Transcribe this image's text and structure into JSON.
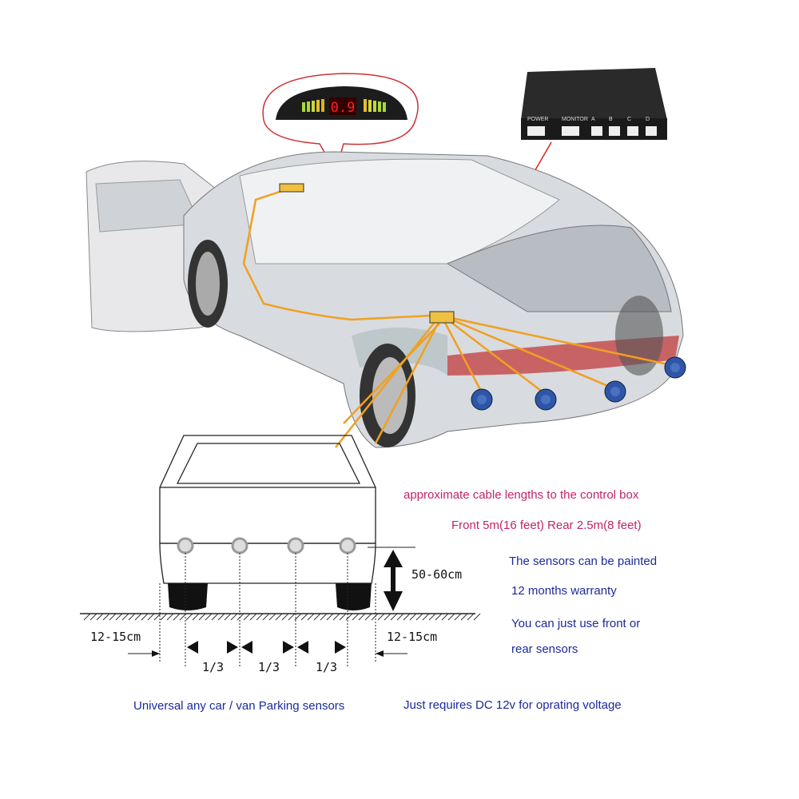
{
  "display": {
    "reading": "0.9",
    "colors": {
      "bars_left": "#a8d83a",
      "bars_right": "#d8d838",
      "digits": "#ff2020"
    }
  },
  "control_box": {
    "ports": [
      "POWER",
      "MONITOR",
      "A",
      "B",
      "C",
      "D"
    ]
  },
  "info": {
    "cable_title": "approximate cable lengths to the control box",
    "cable_lengths": "Front 5m(16 feet)   Rear 2.5m(8 feet)",
    "painted": "The sensors can be painted",
    "warranty": "12 months warranty",
    "front_rear_line1": "You can just use front or",
    "front_rear_line2": "rear sensors",
    "universal": "Universal any car / van Parking sensors",
    "voltage": "Just requires DC 12v for oprating voltage"
  },
  "diagram": {
    "height": "50-60cm",
    "edge_left": "12-15cm",
    "edge_right": "12-15cm",
    "spacing": [
      "1/3",
      "1/3",
      "1/3"
    ]
  },
  "colors": {
    "magenta": "#c0246a",
    "blue": "#1b2b9c",
    "cable": "#f0a020",
    "sensor": "#2f55a8"
  }
}
